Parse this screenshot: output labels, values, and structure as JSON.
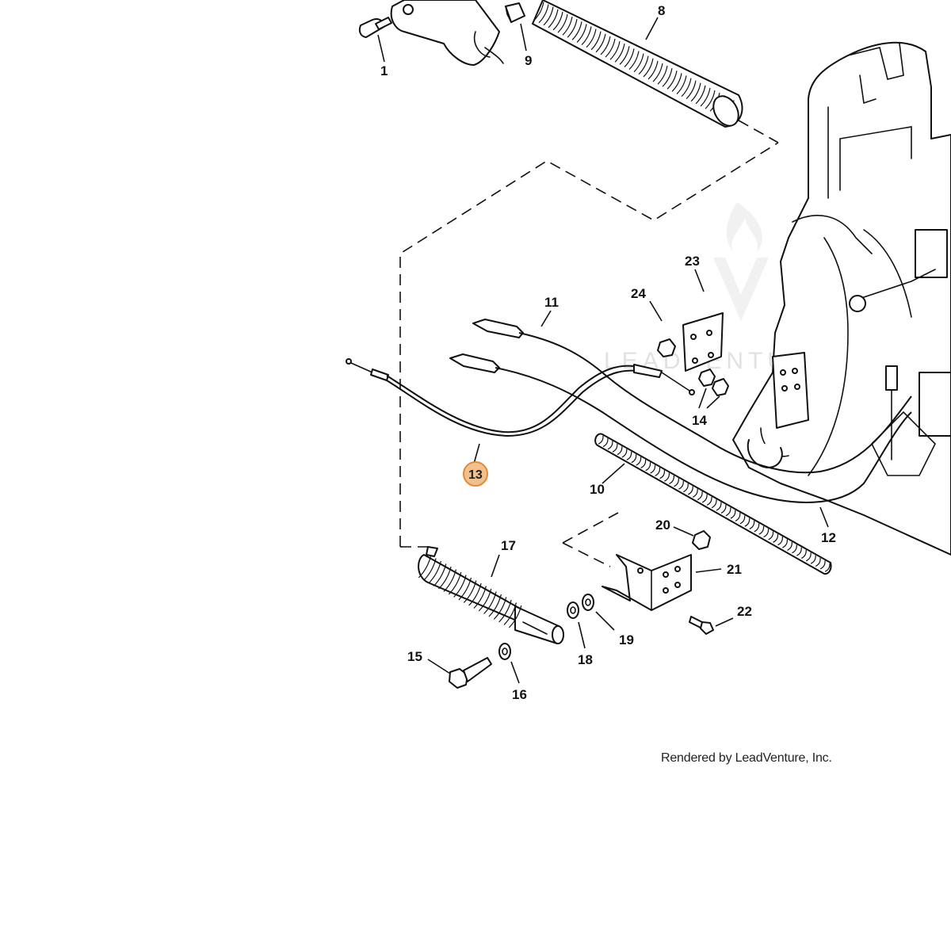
{
  "parts": [
    {
      "number": "1"
    },
    {
      "number": "8"
    },
    {
      "number": "9"
    },
    {
      "number": "10"
    },
    {
      "number": "11"
    },
    {
      "number": "12"
    },
    {
      "number": "13",
      "selected": true
    },
    {
      "number": "14"
    },
    {
      "number": "15"
    },
    {
      "number": "16"
    },
    {
      "number": "17"
    },
    {
      "number": "18"
    },
    {
      "number": "19"
    },
    {
      "number": "20"
    },
    {
      "number": "21"
    },
    {
      "number": "22"
    },
    {
      "number": "23"
    },
    {
      "number": "24"
    }
  ],
  "watermark": "LEADVENTURE",
  "footer": "Rendered by LeadVenture, Inc.",
  "colors": {
    "selected_fill": "#f2c08f",
    "selected_stroke": "#e08a3a",
    "line": "#111111"
  }
}
